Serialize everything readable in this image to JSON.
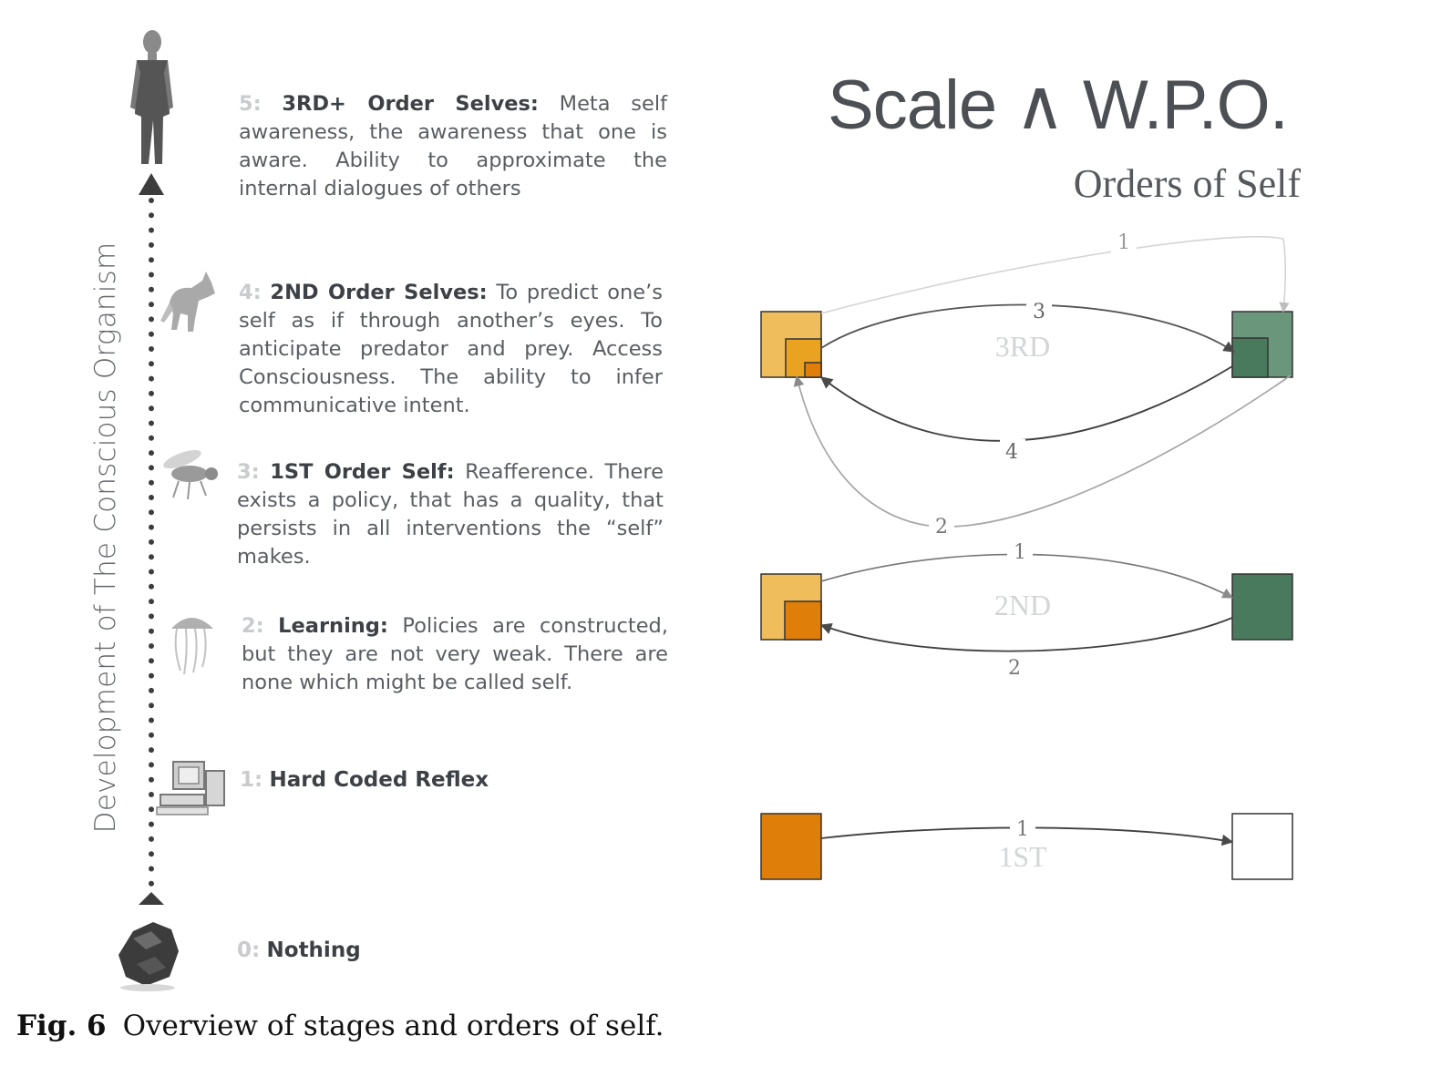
{
  "axis_title": "Development of The Conscious Organism",
  "stages": [
    {
      "num": "5:",
      "title": "3RD+ Order Selves:",
      "text": " Meta self awareness, the awareness that one is aware. Ability to approximate the internal dialogues of others",
      "image": "human-figure"
    },
    {
      "num": "4:",
      "title": "2ND Order Selves:",
      "text": " To predict one’s self as if through another’s eyes. To anticipate predator and prey. Access Consciousness. The ability to infer communicative intent.",
      "image": "wolf"
    },
    {
      "num": "3:",
      "title": "1ST Order Self:",
      "text": " Reafference. There exists a policy, that has a quality, that persists in all interventions the “self” makes.",
      "image": "fly"
    },
    {
      "num": "2:",
      "title": "Learning:",
      "text": " Policies are constructed, but they are not very weak. There are none which might be called self.",
      "image": "jellyfish"
    },
    {
      "num": "1:",
      "title": "Hard Coded Reflex",
      "text": "",
      "image": "old-computer"
    },
    {
      "num": "0:",
      "title": "Nothing",
      "text": "",
      "image": "rock"
    }
  ],
  "right": {
    "title": "Scale ∧ W.P.O.",
    "subtitle": "Orders of Self",
    "levels": [
      {
        "label": "3RD",
        "edges": [
          "1",
          "3",
          "4",
          "2"
        ]
      },
      {
        "label": "2ND",
        "edges": [
          "1",
          "2"
        ]
      },
      {
        "label": "1ST",
        "edges": [
          "1"
        ]
      }
    ]
  },
  "colors": {
    "orange_light": "#f0bd5c",
    "orange_mid": "#e9a320",
    "orange_dark": "#e07e0a",
    "green_light": "#6a967c",
    "green_dark": "#4a7a5d",
    "arrow_dark": "#4a4a4a",
    "arrow_light": "#c8c8c8"
  },
  "caption": {
    "label": "Fig. 6",
    "text": "Overview of stages and orders of self."
  }
}
